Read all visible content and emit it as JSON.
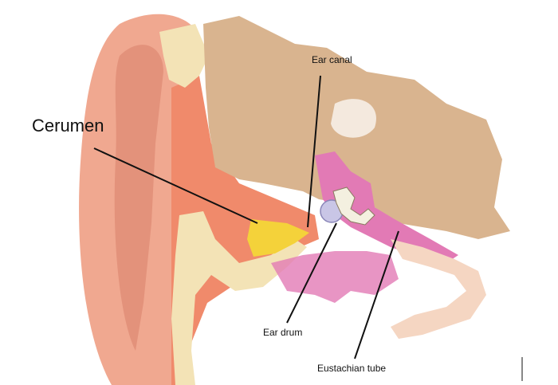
{
  "labels": {
    "cerumen": "Cerumen",
    "ear_canal": "Ear canal",
    "ear_drum": "Ear drum",
    "eustachian_tube": "Eustachian tube"
  },
  "colors": {
    "skin": "#f0a890",
    "skin_shadow": "#d97f6a",
    "bone": "#d9b48f",
    "cartilage": "#f3e3b6",
    "canal": "#f08a6b",
    "cerumen": "#f4d23a",
    "middle_ear": "#e27ab5",
    "tube": "#f5d6c2",
    "leader": "#111111"
  }
}
